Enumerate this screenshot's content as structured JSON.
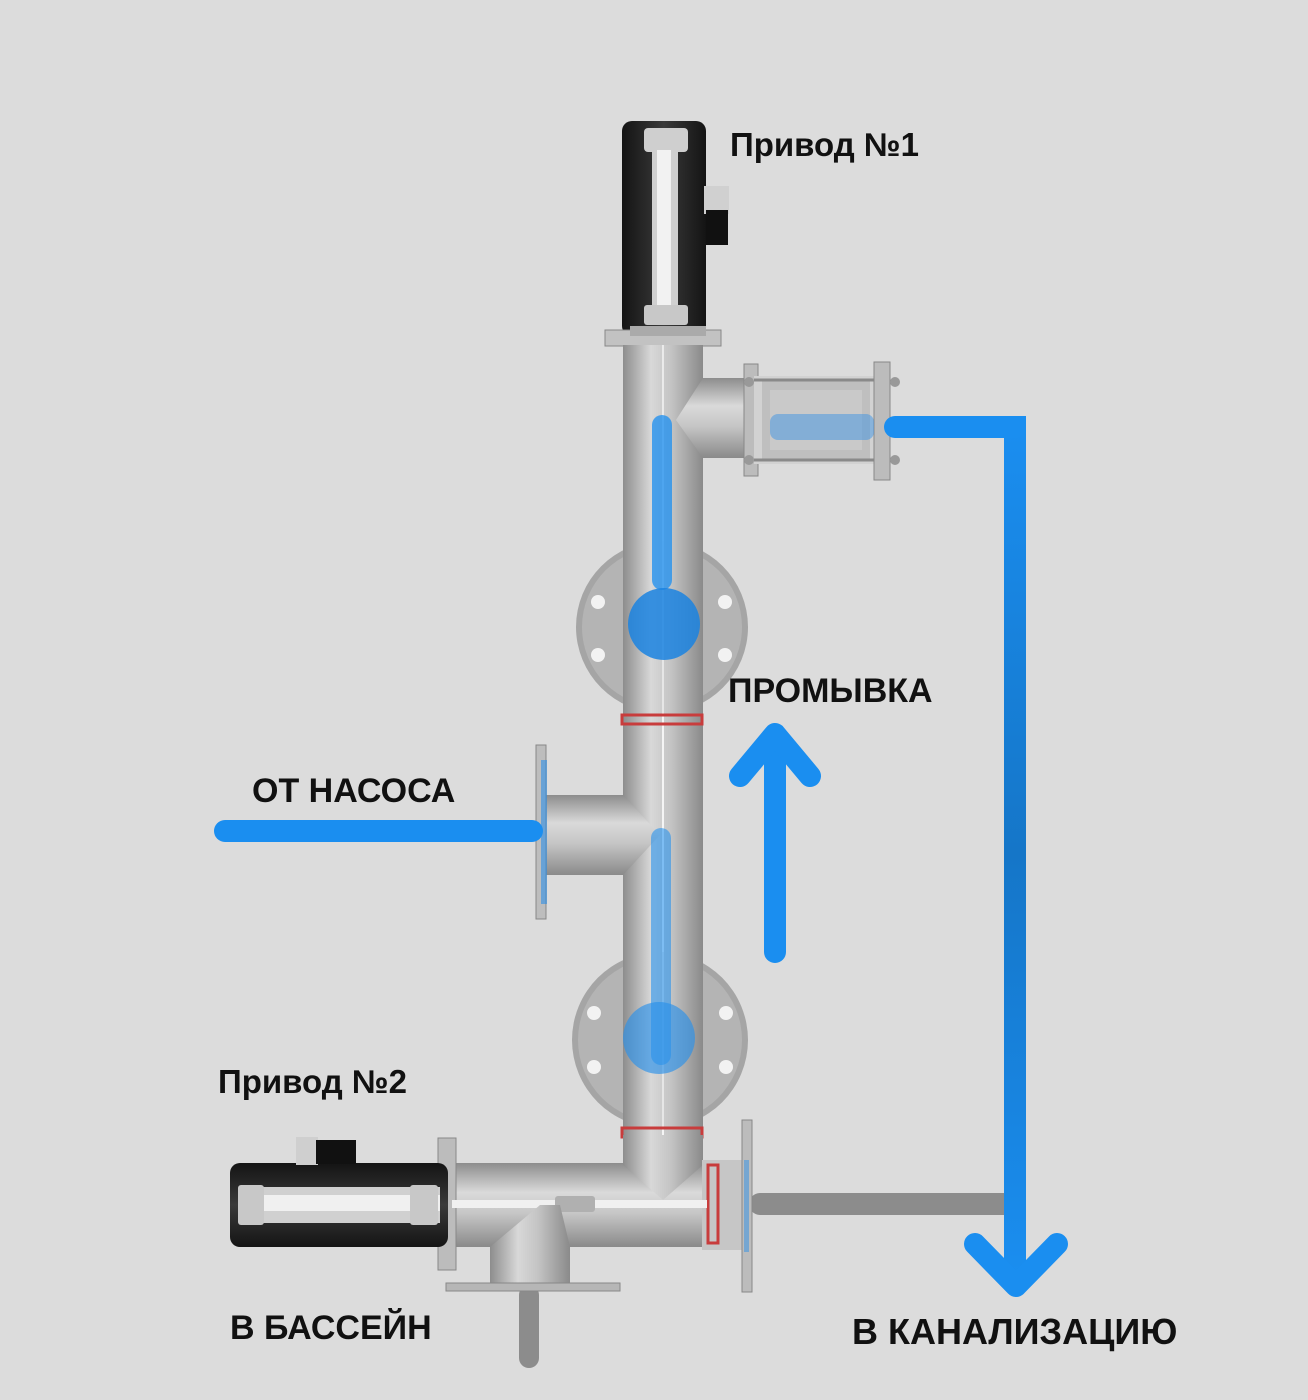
{
  "diagram": {
    "labels": {
      "drive1": "Привод №1",
      "drive2": "Привод №2",
      "flush": "ПРОМЫВКА",
      "from_pump": "ОТ НАСОСА",
      "to_pool": "В БАССЕЙН",
      "to_sewer": "В КАНАЛИЗАЦИЮ"
    },
    "colors": {
      "background": "#dcdcdc",
      "flow": "#1a8ef0",
      "flow_dark": "#1474c4",
      "steel": "#b8b8b8",
      "actuator": "#262626",
      "grey_pipe": "#8c8c8c",
      "seal": "#c83c3c"
    },
    "icons": [
      "up-arrow-icon",
      "down-arrow-icon"
    ]
  }
}
